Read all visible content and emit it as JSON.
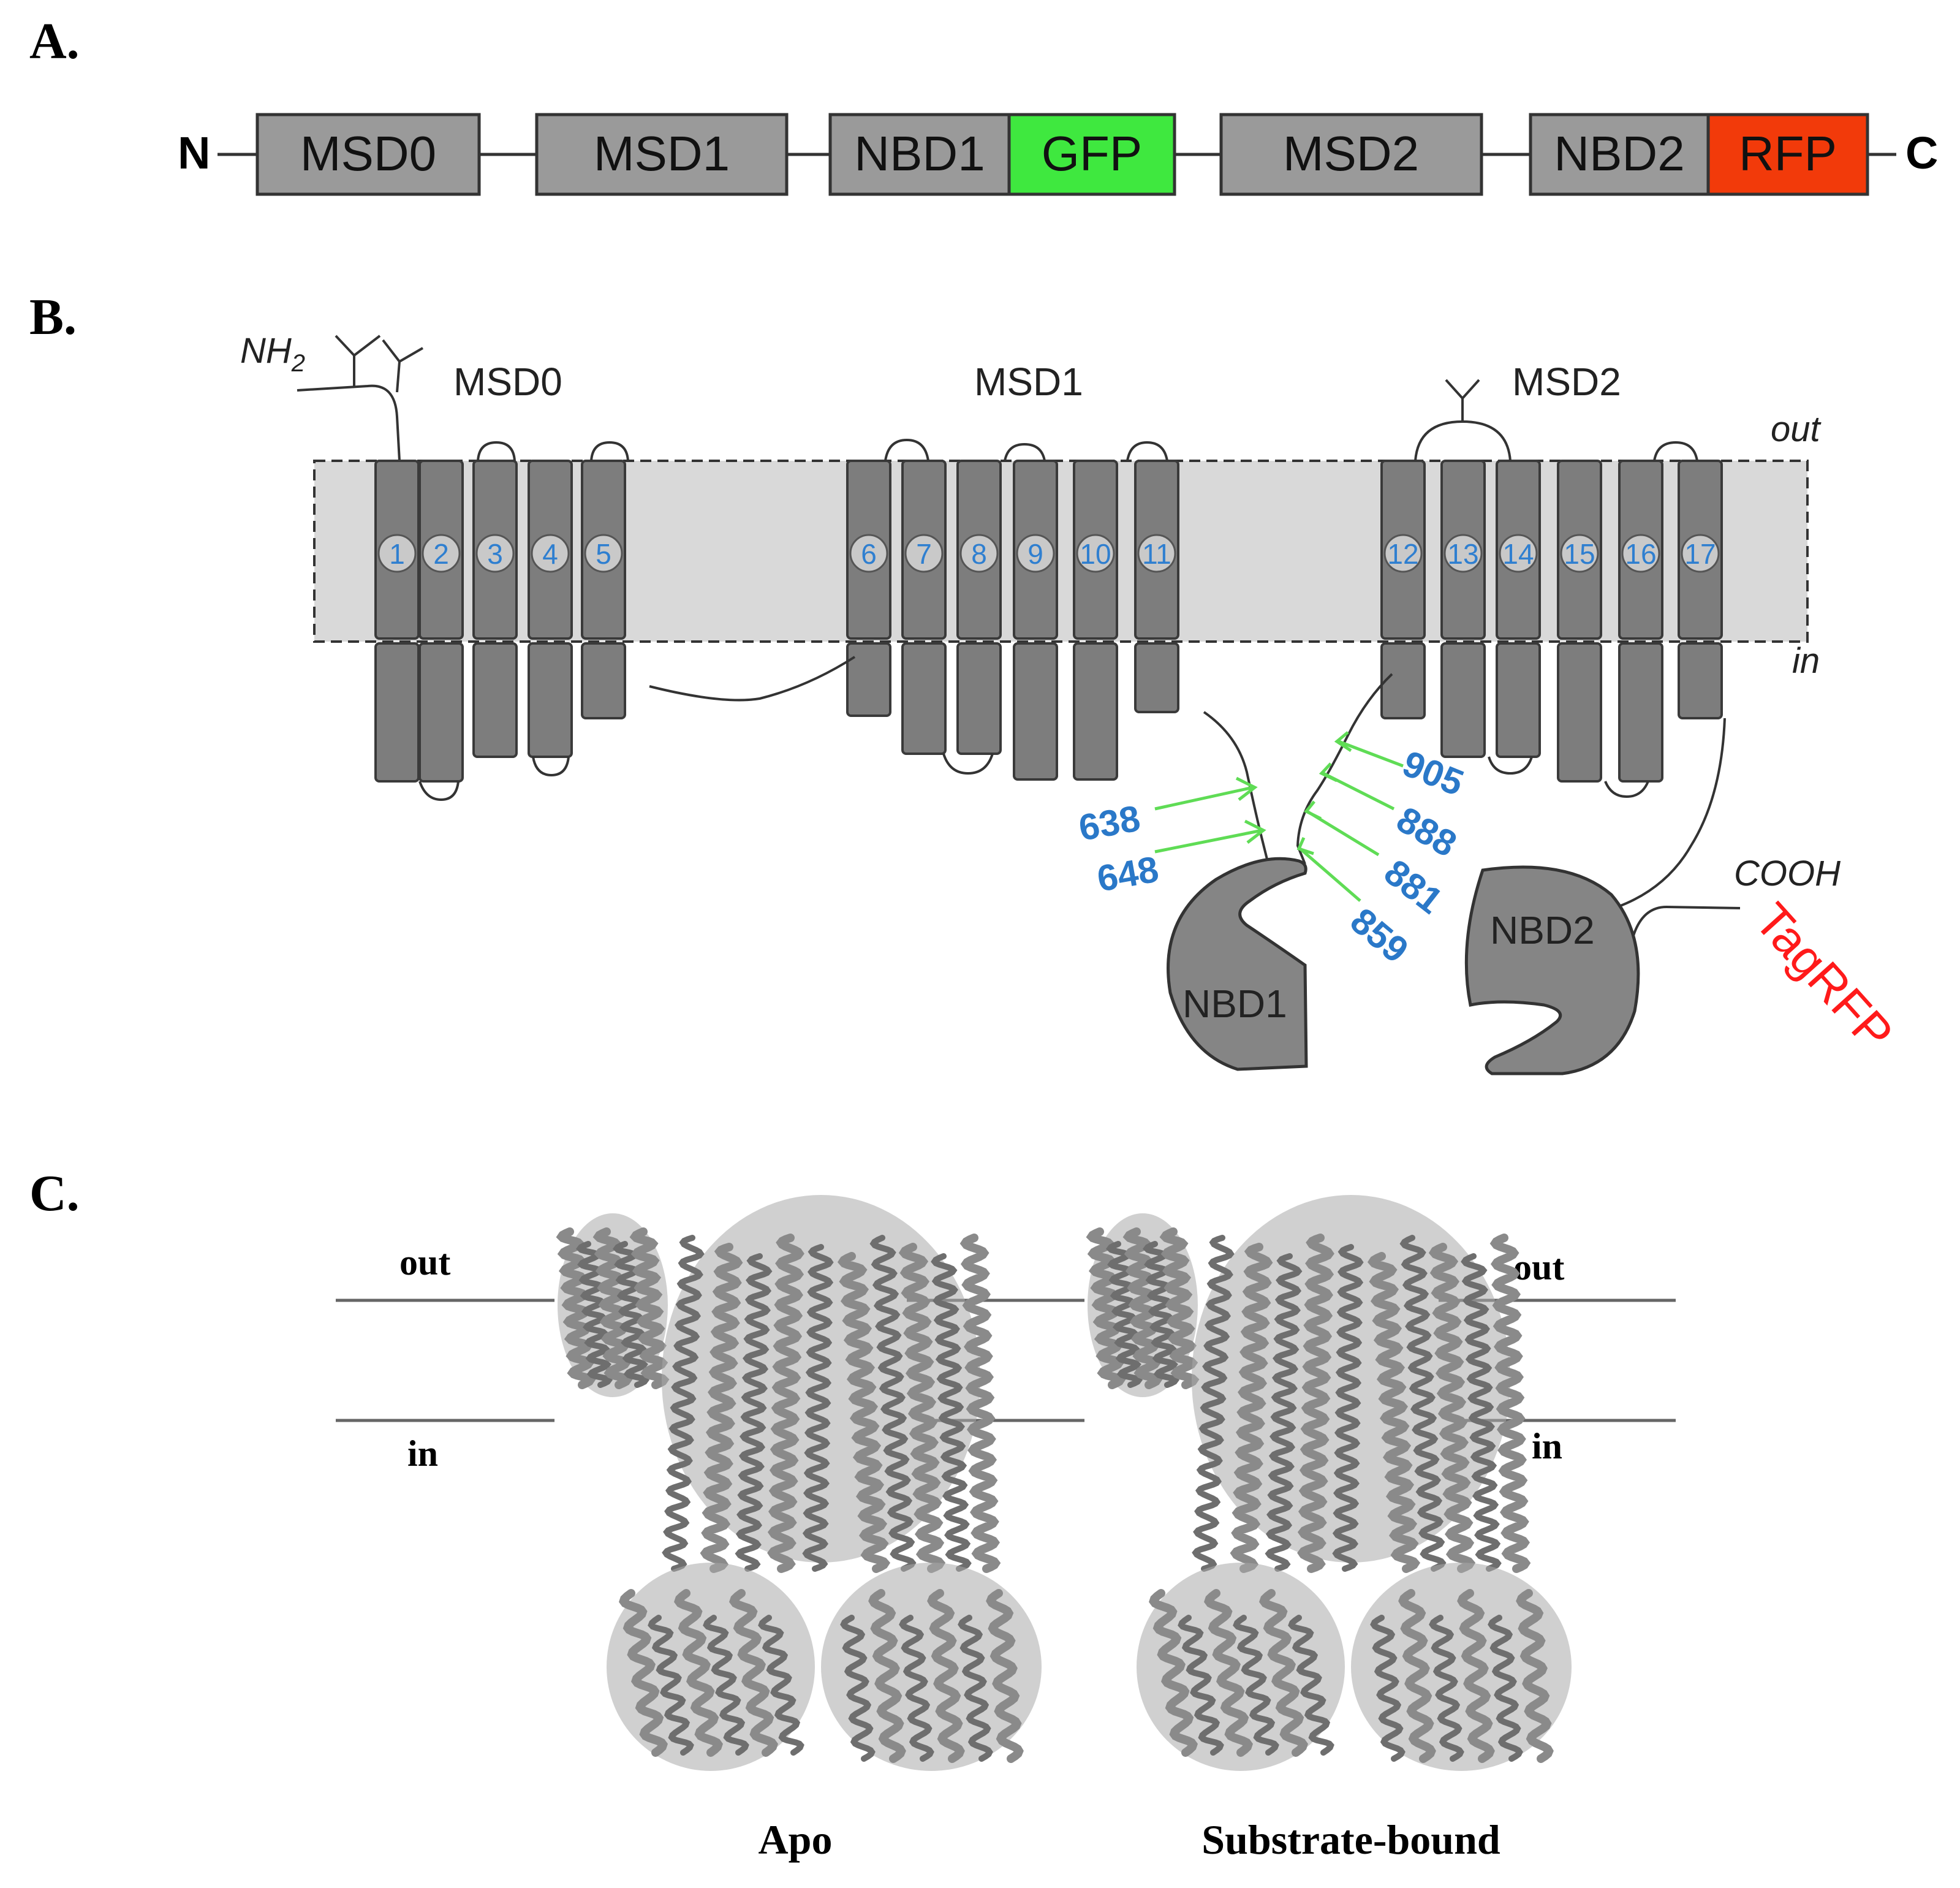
{
  "panels": {
    "a": "A.",
    "b": "B.",
    "c": "C."
  },
  "panel_a": {
    "n_term": "N",
    "c_term": "C",
    "domains": [
      {
        "label": "MSD0",
        "color": "#9a9a9a"
      },
      {
        "label": "MSD1",
        "color": "#9a9a9a"
      },
      {
        "label": "NBD1",
        "color": "#9a9a9a"
      },
      {
        "label": "GFP",
        "color": "#3fe83f"
      },
      {
        "label": "MSD2",
        "color": "#9a9a9a"
      },
      {
        "label": "NBD2",
        "color": "#9a9a9a"
      },
      {
        "label": "RFP",
        "color": "#f23a0a"
      }
    ]
  },
  "panel_b": {
    "nh2": "NH",
    "nh2_sub": "2",
    "msd0": "MSD0",
    "msd1": "MSD1",
    "msd2": "MSD2",
    "out": "out",
    "in": "in",
    "tm_numbers": [
      "1",
      "2",
      "3",
      "4",
      "5",
      "6",
      "7",
      "8",
      "9",
      "10",
      "11",
      "12",
      "13",
      "14",
      "15",
      "16",
      "17"
    ],
    "mutations": [
      "638",
      "648",
      "905",
      "888",
      "881",
      "859"
    ],
    "nbd1": "NBD1",
    "nbd2": "NBD2",
    "cooh": "COOH",
    "tagrfp": "TagRFP",
    "tagrfp_color": "#ff1a1a",
    "arrow_color": "#5fdc55"
  },
  "panel_c": {
    "left_out": "out",
    "left_in": "in",
    "right_out": "out",
    "right_in": "in",
    "apo": "Apo",
    "bound": "Substrate-bound"
  }
}
